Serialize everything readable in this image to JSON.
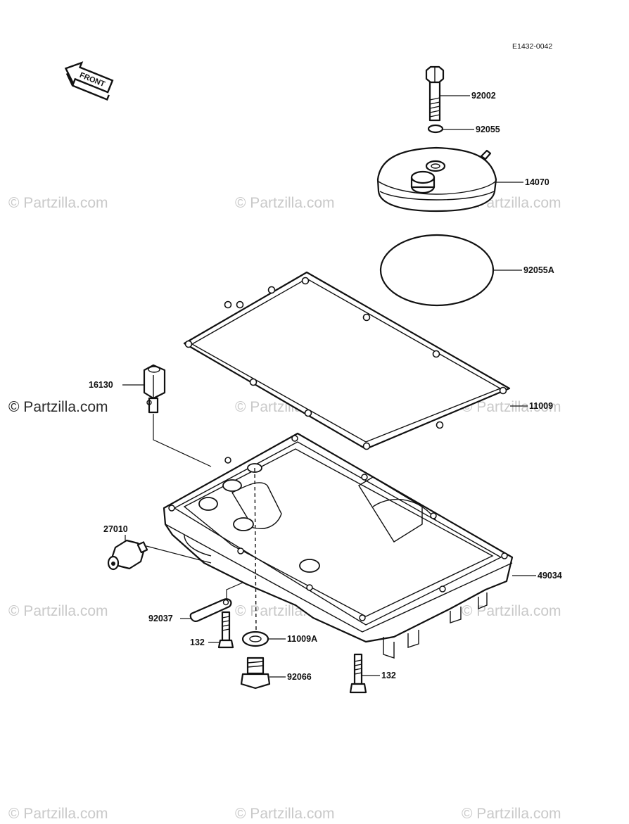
{
  "reference_code": "E1432-0042",
  "front_arrow_label": "FRONT",
  "watermark_text": "© Partzilla.com",
  "colors": {
    "ink": "#111111",
    "watermark": "#c9c9c9",
    "background": "#ffffff"
  },
  "callouts": {
    "bolt_top": "92002",
    "oring_small": "92055",
    "filter_cover": "14070",
    "oring_large": "92055A",
    "gasket": "11009",
    "fitting": "16130",
    "oil_pressure_switch": "27010",
    "oil_pan": "49034",
    "clamp": "92037",
    "bolt_left": "132",
    "washer": "11009A",
    "drain_plug": "92066",
    "bolt_right": "132"
  }
}
